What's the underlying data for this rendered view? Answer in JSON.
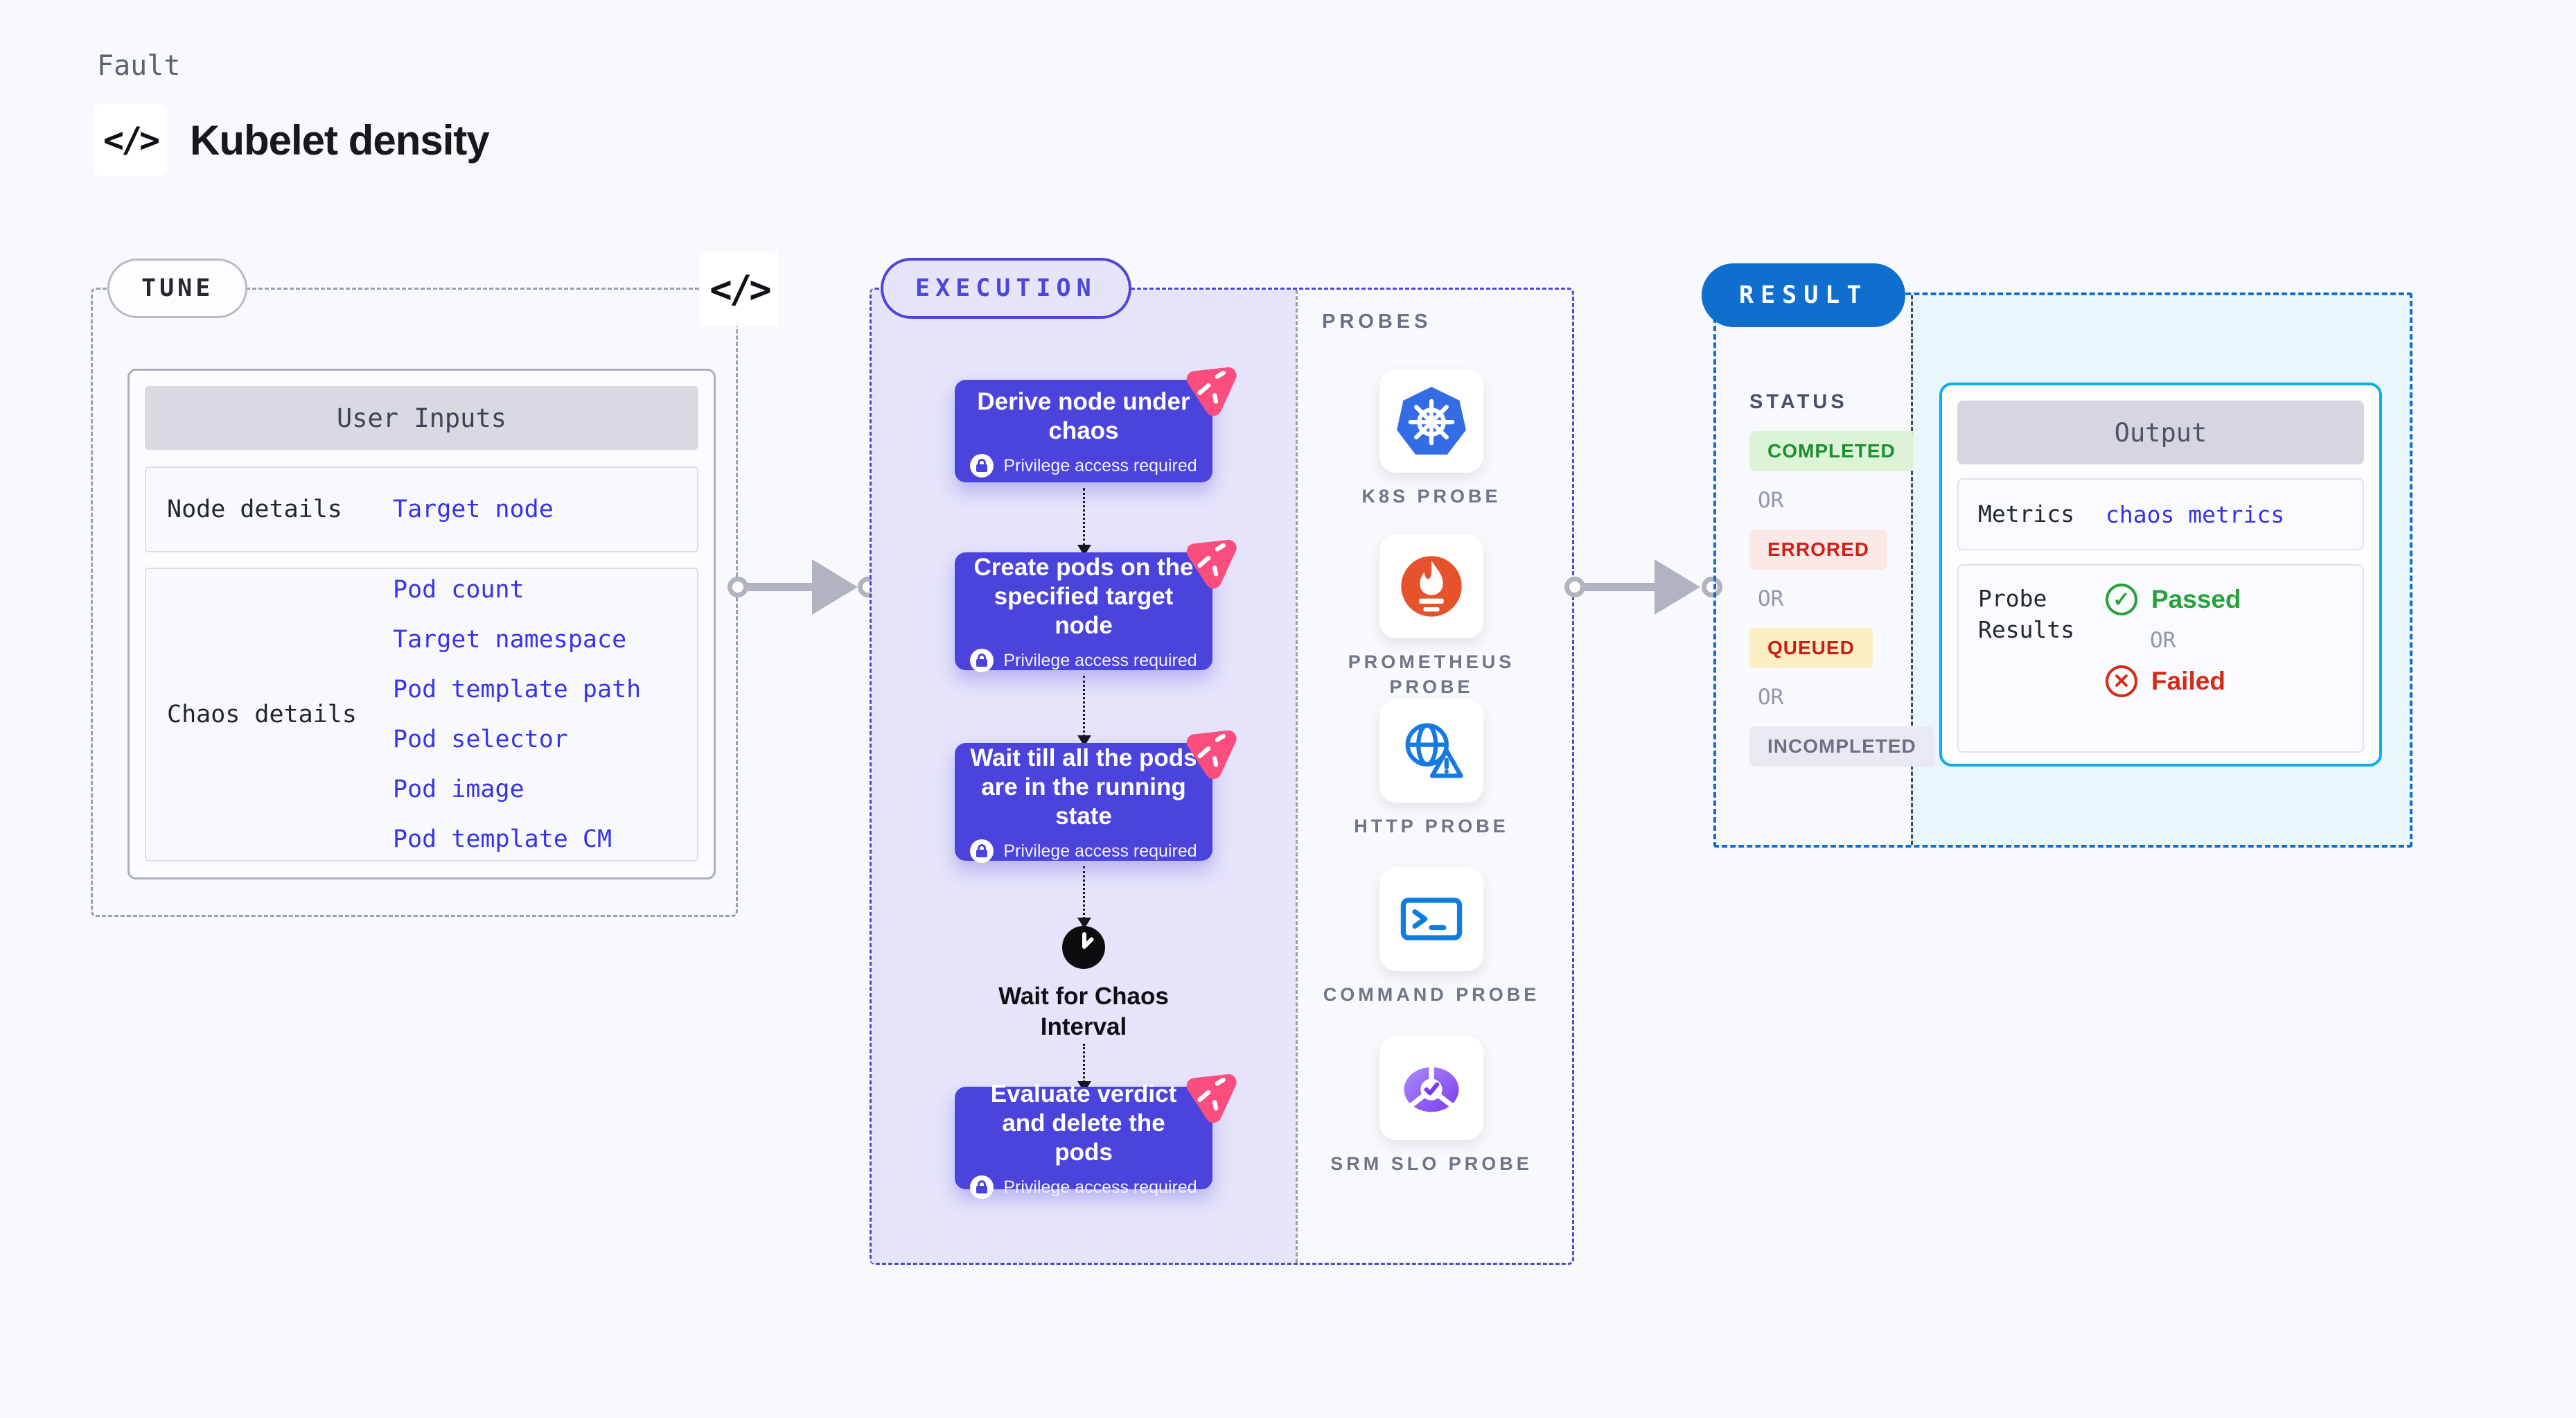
{
  "header": {
    "kicker": "Fault",
    "title": "Kubelet density",
    "code_icon": "</>"
  },
  "tune": {
    "badge": "TUNE",
    "code_icon": "</>",
    "table": {
      "header": "User Inputs",
      "rows": [
        {
          "label": "Node details",
          "links": [
            "Target node"
          ]
        },
        {
          "label": "Chaos details",
          "links": [
            "Pod count",
            "Target namespace",
            "Pod template path",
            "Pod selector",
            "Pod image",
            "Pod template CM"
          ]
        }
      ]
    }
  },
  "execution": {
    "badge": "EXECUTION",
    "privilege_label": "Privilege access required",
    "steps": [
      {
        "title": "Derive node under chaos",
        "privilege": true
      },
      {
        "title": "Create pods on the specified target node",
        "privilege": true
      },
      {
        "title": "Wait till all the pods are in the running state",
        "privilege": true
      },
      {
        "title": "Wait for Chaos Interval",
        "type": "wait"
      },
      {
        "title": "Evaluate verdict and delete the pods",
        "privilege": true
      }
    ]
  },
  "probes": {
    "label": "PROBES",
    "items": [
      {
        "name": "K8S PROBE",
        "icon": "kubernetes-icon"
      },
      {
        "name": "PROMETHEUS PROBE",
        "icon": "prometheus-icon"
      },
      {
        "name": "HTTP PROBE",
        "icon": "http-globe-icon"
      },
      {
        "name": "COMMAND PROBE",
        "icon": "terminal-icon"
      },
      {
        "name": "SRM SLO PROBE",
        "icon": "slo-pie-icon"
      }
    ]
  },
  "result": {
    "badge": "RESULT",
    "status_label": "STATUS",
    "or_label": "OR",
    "statuses": [
      {
        "label": "COMPLETED",
        "fg": "#1d8e30",
        "bg": "#dcf3d8"
      },
      {
        "label": "ERRORED",
        "fg": "#d0201a",
        "bg": "#fbe9e7"
      },
      {
        "label": "QUEUED",
        "fg": "#cb1d14",
        "bg": "#fcefc3"
      },
      {
        "label": "INCOMPLETED",
        "fg": "#6a7085",
        "bg": "#e9eaf1"
      }
    ],
    "output": {
      "header": "Output",
      "metrics_label": "Metrics",
      "metrics_link": "chaos metrics",
      "probe_results_label": "Probe Results",
      "passed": "Passed",
      "failed": "Failed",
      "passed_icon": "✓",
      "failed_icon": "✕",
      "or_label": "OR"
    }
  },
  "colors": {
    "page_bg": "#f8f9fc",
    "accent_indigo": "#4a43dc",
    "execution_bg": "#e5e4fa",
    "result_blue": "#0f6fce",
    "output_border_cyan": "#0badea",
    "result_panel_bg": "#e9f6fc",
    "link_blue": "#3833e9",
    "passed_green": "#27a23a",
    "failed_red": "#d42a16",
    "chaos_pink": "#fb4d7e",
    "kubernetes_blue": "#336ce4",
    "prometheus_orange": "#e6522c"
  }
}
